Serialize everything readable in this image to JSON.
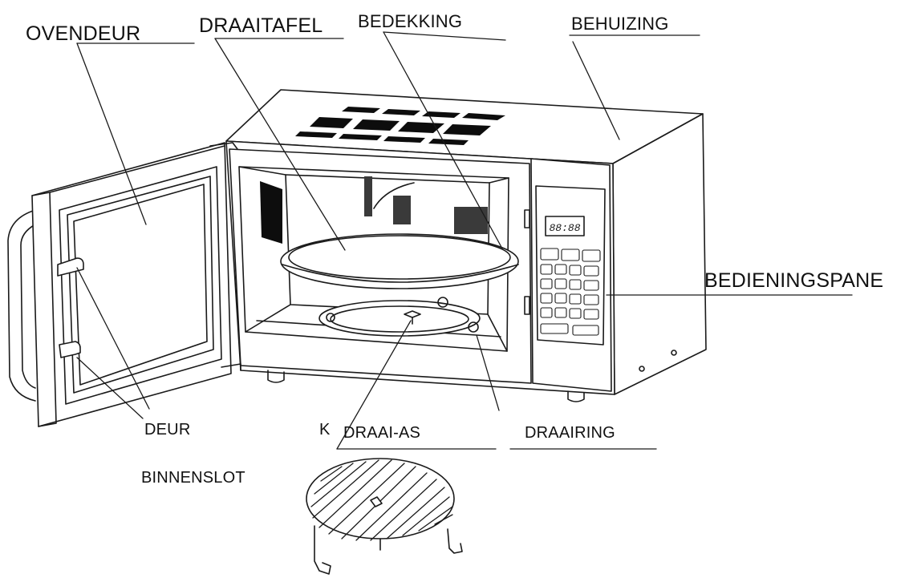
{
  "labels": {
    "ovendeur": "OVENDEUR",
    "draaitafel": "DRAAITAFEL",
    "bedekking": "BEDEKKING",
    "behuizing": "BEHUIZING",
    "bedieningspaneel": "BEDIENINGSPANE",
    "deur": "DEUR",
    "binnenslot": "BINNENSLOT",
    "rack_letter": "K",
    "draai_as": "DRAAI-AS",
    "draairing": "DRAAIRING"
  },
  "display": {
    "time": "88:88"
  },
  "colors": {
    "line": "#1a1a1a",
    "fill": "#ffffff",
    "dark": "#0d0d0d",
    "grey": "#6a6a6a"
  }
}
